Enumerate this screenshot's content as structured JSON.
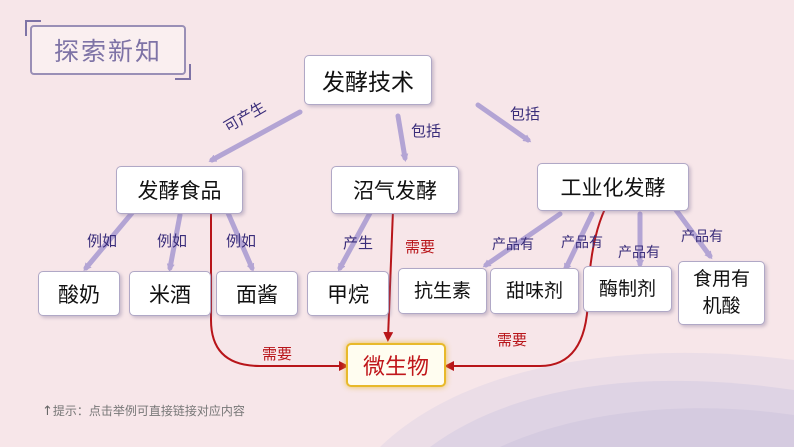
{
  "title": "探索新知",
  "root": "发酵技术",
  "level1": {
    "food": "发酵食品",
    "biogas": "沼气发酵",
    "industry": "工业化发酵"
  },
  "leaves": {
    "yogurt": "酸奶",
    "rice_wine": "米酒",
    "bean_paste": "面酱",
    "methane": "甲烷",
    "antibiotic": "抗生素",
    "sweetener": "甜味剂",
    "enzyme": "酶制剂",
    "edible_acid": "食用有机酸"
  },
  "center": "微生物",
  "labels": {
    "can_produce": "可产生",
    "include_1": "包括",
    "include_2": "包括",
    "example_1": "例如",
    "example_2": "例如",
    "example_3": "例如",
    "produce": "产生",
    "need_top": "需要",
    "need_left": "需要",
    "need_right": "需要",
    "products_1": "产品有",
    "products_2": "产品有",
    "products_3": "产品有",
    "products_4": "产品有"
  },
  "hint": "提示：点击举例可直接链接对应内容",
  "colors": {
    "background": "#f7e6e9",
    "purple_arrow": "#b3a4d4",
    "red_arrow": "#b8151a",
    "highlight_border": "#e8b92a"
  }
}
